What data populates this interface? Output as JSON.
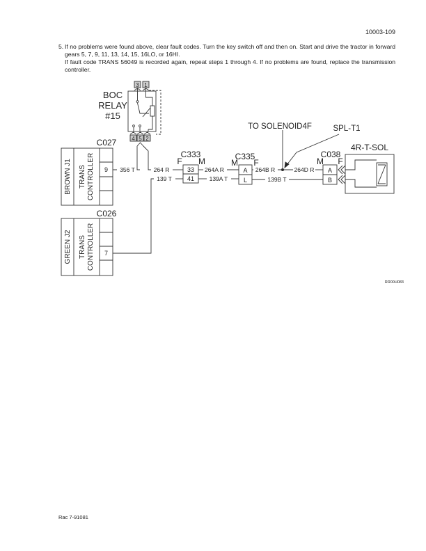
{
  "page_number": "10003-109",
  "step": {
    "number": "5.",
    "paragraphs": [
      "If no problems were found above, clear fault codes. Turn the key switch off and then on. Start and drive the tractor in forward gears 5, 7, 9, 11, 13, 14, 15, 16LO, or 16HI.",
      "If fault code TRANS 56049 is recorded again, repeat steps 1 through 4. If no problems are found, replace the transmission controller."
    ]
  },
  "diagram": {
    "relay": {
      "title_lines": [
        "BOC",
        "RELAY",
        "#15"
      ],
      "top_pins": [
        "3",
        "1"
      ],
      "bottom_pins": [
        "4",
        "5",
        "2"
      ]
    },
    "controller1": {
      "connector": "C027",
      "harness": "BROWN J1",
      "label_lines": [
        "TRANS",
        "CONTROLLER"
      ],
      "pins": [
        "",
        "9",
        "",
        ""
      ]
    },
    "controller2": {
      "connector": "C026",
      "harness": "GREEN J2",
      "label_lines": [
        "TRANS",
        "CONTROLLER"
      ],
      "pins": [
        "",
        "",
        "7",
        ""
      ]
    },
    "c333": {
      "name": "C333",
      "left_side": "F",
      "right_side": "M",
      "pins": [
        "33",
        "41"
      ]
    },
    "c335": {
      "name": "C335",
      "left_side": "M",
      "right_side": "F",
      "pins": [
        "A",
        "L"
      ]
    },
    "c038": {
      "name": "C038",
      "left_side": "M",
      "right_side": "F",
      "pins": [
        "A",
        "B"
      ]
    },
    "solenoid": {
      "name": "4R-T-SOL"
    },
    "wires": {
      "w356": "356 T",
      "w264": "264 R",
      "w139": "139 T",
      "w264a": "264A R",
      "w139a": "139A T",
      "w264b": "264B R",
      "w139b": "139B T",
      "w264d": "264D R"
    },
    "annotations": {
      "to_solenoid": "TO SOLENOID4F",
      "splice": "SPL-T1"
    },
    "figure_id": "RR00H083"
  },
  "footer": "Rac 7-91081"
}
